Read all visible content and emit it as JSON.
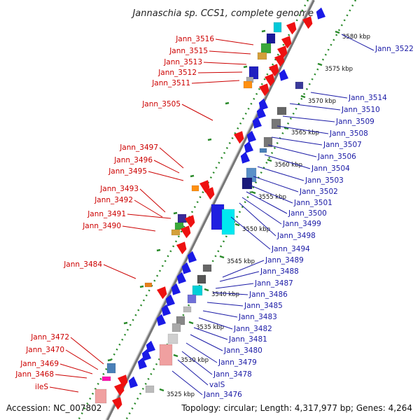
{
  "title": "Jannaschia sp. CCS1, complete genome",
  "footer": {
    "accession": "Accession: NC_007802",
    "info": "Topology: circular; Length: 4,317,977 bp; Genes: 4,264"
  },
  "colors": {
    "backbone": "#8a8a8a",
    "tick": "#2a8a2a",
    "red_label": "#cc0000",
    "blue_label": "#1a1aa6",
    "feature_red": "#ee1111",
    "feature_blue": "#1a1ae6"
  },
  "scale_labels": [
    "3580 kbp",
    "3575 kbp",
    "3570 kbp",
    "3565 kbp",
    "3560 kbp",
    "3555 kbp",
    "3550 kbp",
    "3545 kbp",
    "3540 kbp",
    "3535 kbp",
    "3530 kbp",
    "3525 kbp"
  ],
  "left_labels": [
    "Jann_3516",
    "Jann_3515",
    "Jann_3513",
    "Jann_3512",
    "Jann_3511",
    "Jann_3505",
    "Jann_3497",
    "Jann_3496",
    "Jann_3495",
    "Jann_3493",
    "Jann_3492",
    "Jann_3491",
    "Jann_3490",
    "Jann_3484",
    "Jann_3472",
    "Jann_3470",
    "Jann_3469",
    "Jann_3468",
    "ileS"
  ],
  "right_labels": [
    "Jann_3522",
    "Jann_3514",
    "Jann_3510",
    "Jann_3509",
    "Jann_3508",
    "Jann_3507",
    "Jann_3506",
    "Jann_3504",
    "Jann_3503",
    "Jann_3502",
    "Jann_3501",
    "Jann_3500",
    "Jann_3499",
    "Jann_3498",
    "Jann_3494",
    "Jann_3489",
    "Jann_3488",
    "Jann_3487",
    "Jann_3486",
    "Jann_3485",
    "Jann_3483",
    "Jann_3482",
    "Jann_3481",
    "Jann_3480",
    "Jann_3479",
    "Jann_3478",
    "valS",
    "Jann_3476"
  ]
}
